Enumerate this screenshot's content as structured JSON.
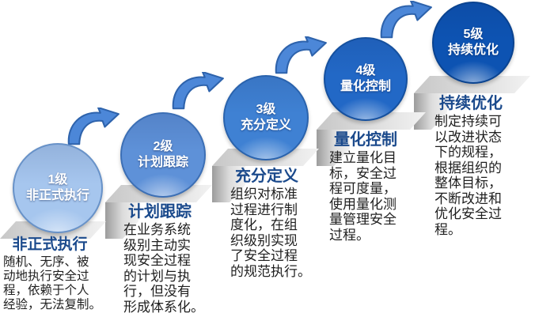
{
  "diagram": {
    "type": "staircase-maturity-model",
    "levels": [
      {
        "circle_label": "1级\n非正式执行",
        "heading": "非正式执行",
        "description": "随机、无序、被\n动地执行安全过\n程，依赖于个人\n经验，无法复制。",
        "colors": {
          "fill": "#a6c6ee",
          "border": "#6892c8"
        }
      },
      {
        "circle_label": "2级\n计划跟踪",
        "heading": "计划跟踪",
        "description": "在业务系统\n级别主动实\n现安全过程\n的计划与执\n行，但没有\n形成体系化。",
        "colors": {
          "fill": "#5e91d8",
          "border": "#3c6fb5"
        }
      },
      {
        "circle_label": "3级\n充分定义",
        "heading": "充分定义",
        "description": "组织对标准\n过程进行制\n度化，在组\n织级别实现\n了安全过程\n的规范执行。",
        "colors": {
          "fill": "#3f81d3",
          "border": "#2a63ad"
        }
      },
      {
        "circle_label": "4级\n量化控制",
        "heading": "量化控制",
        "description": "建立量化目\n标，安全过\n程可度量，\n使用量化测\n量管理安全\n过程。",
        "colors": {
          "fill": "#2268c6",
          "border": "#16519f"
        }
      },
      {
        "circle_label": "5级\n持续优化",
        "heading": "持续优化",
        "description": "制定持续可\n以改进状态\n下的规程，\n根据组织的\n整体目标，\n不断改进和\n优化安全过\n程。",
        "colors": {
          "fill": "#0d53b2",
          "border": "#0a4390"
        }
      }
    ],
    "colors": {
      "heading": "#1b4a8c",
      "body_text": "#1f1f1f",
      "arrow_fill": "#4c87d8",
      "arrow_border": "#2e63ac",
      "step_top_dark": "#c7c7c7",
      "step_top_light": "#f2f2f2",
      "step_riser_dark": "#9c9c9c",
      "step_riser_light": "#dcdcdc",
      "background": "#ffffff"
    }
  }
}
